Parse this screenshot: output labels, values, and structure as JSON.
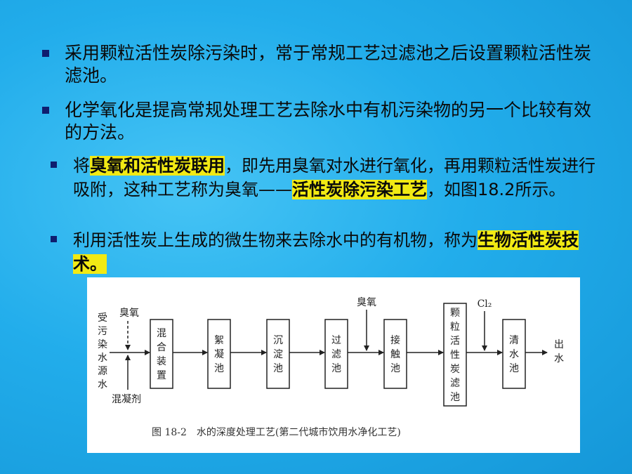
{
  "bullets": [
    {
      "text": "采用颗粒活性炭除污染时，常于常规工艺过滤池之后设置颗粒活性炭滤池。"
    },
    {
      "text": "化学氧化是提高常规处理工艺去除水中有机污染物的另一个比较有效的方法。"
    },
    {
      "pre": "将",
      "hl1": "臭氧和活性炭联用",
      "mid": "，即先用臭氧对水进行氧化，再用颗粒活性炭进行吸附，这种工艺称为臭氧——",
      "hl2": "活性炭除污染工艺",
      "post": "，如图18.2所示。"
    },
    {
      "pre": "利用活性炭上生成的微生物来去除水中的有机物，称为",
      "hl1": "生物活性炭技术。"
    }
  ],
  "figure": {
    "inputs": {
      "source": "受污染水源水",
      "ozone_top": "臭氧",
      "coagulant": "混凝剂"
    },
    "boxes": [
      {
        "label": "混合装置"
      },
      {
        "label": "絮凝池"
      },
      {
        "label": "沉淀池"
      },
      {
        "label": "过滤池"
      },
      {
        "label": "接触池"
      },
      {
        "label": "颗粒活性炭滤池"
      },
      {
        "label": "清水池"
      }
    ],
    "ozone_to_contact": "臭氧",
    "chlorine": "Cl₂",
    "output": "出水",
    "caption": "图 18-2　水的深度处理工艺(第二代城市饮用水净化工艺)"
  }
}
